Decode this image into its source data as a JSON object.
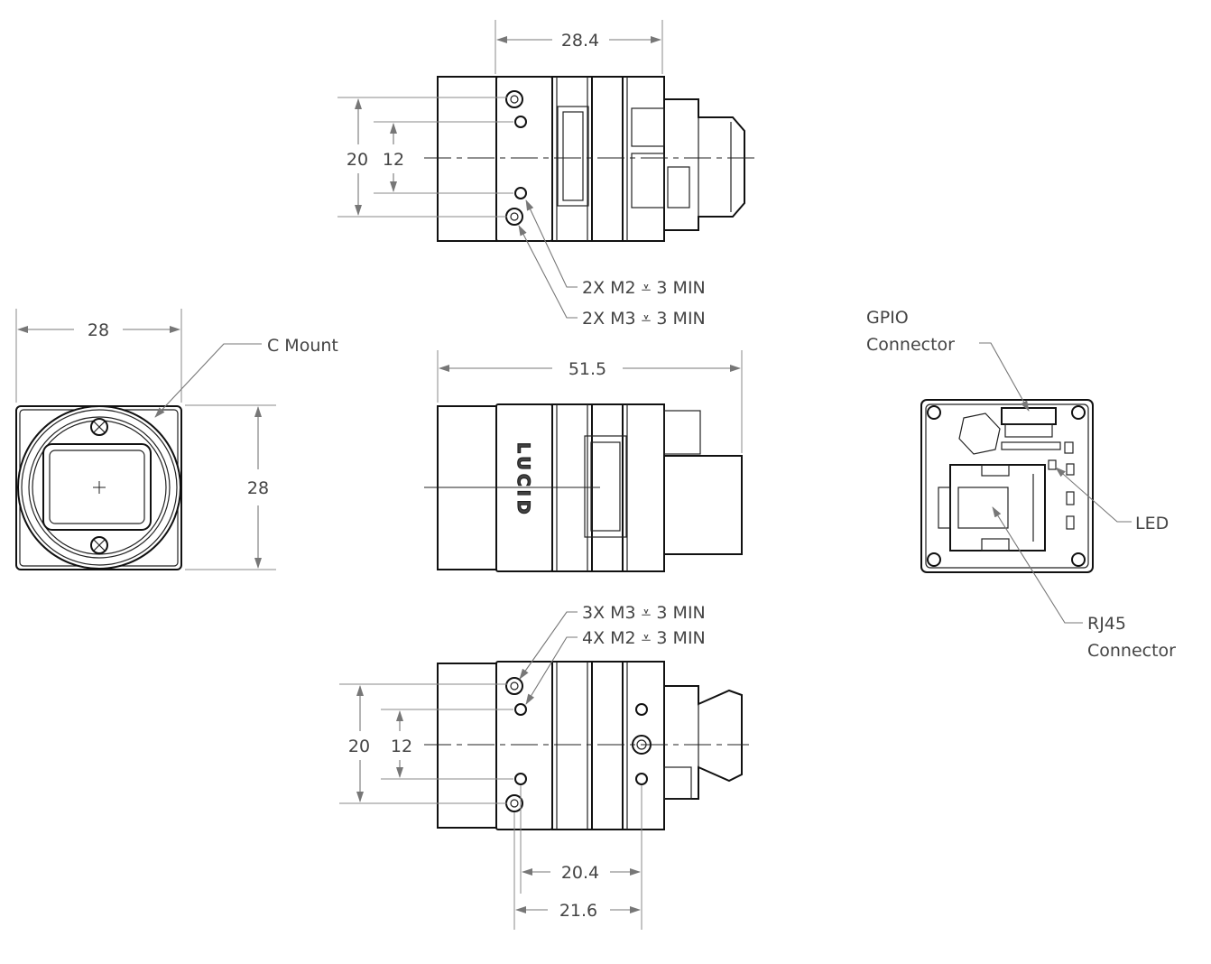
{
  "dimensions": {
    "top_width": "28.4",
    "top_height_outer": "20",
    "top_height_inner": "12",
    "front_width": "28",
    "front_height": "28",
    "side_length": "51.5",
    "bottom_height_outer": "20",
    "bottom_height_inner": "12",
    "bottom_spacing_a": "20.4",
    "bottom_spacing_b": "21.6"
  },
  "callouts": {
    "top_m2": "2X M2 ⩡ 3 MIN",
    "top_m3": "2X M3 ⩡ 3 MIN",
    "bottom_m3": "3X M3 ⩡ 3 MIN",
    "bottom_m2": "4X M2 ⩡ 3 MIN",
    "c_mount": "C Mount",
    "gpio_line1": "GPIO",
    "gpio_line2": "Connector",
    "led": "LED",
    "rj45_line1": "RJ45",
    "rj45_line2": "Connector"
  },
  "branding": {
    "logo": "LUCID"
  }
}
